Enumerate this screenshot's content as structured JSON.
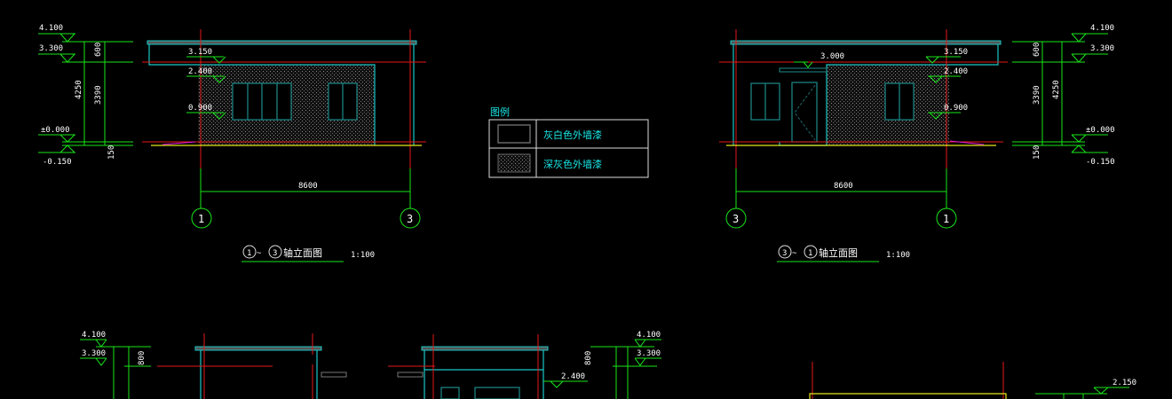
{
  "elevation_left": {
    "levels": [
      "4.100",
      "3.300",
      "±0.000",
      "-0.150"
    ],
    "dims": [
      "600",
      "3390",
      "4250",
      "150"
    ],
    "marks": [
      "3.150",
      "2.400",
      "0.900"
    ],
    "span": "8600",
    "axis_left": "1",
    "axis_right": "3",
    "title_a": "1",
    "title_b": "3",
    "title_text": "轴立面图",
    "scale": "1:100"
  },
  "elevation_right": {
    "levels": [
      "4.100",
      "3.300",
      "±0.000",
      "-0.150"
    ],
    "dims": [
      "600",
      "3390",
      "4250",
      "150"
    ],
    "marks": [
      "3.150",
      "2.400",
      "0.900",
      "3.000"
    ],
    "span": "8600",
    "axis_left": "3",
    "axis_right": "1",
    "title_a": "3",
    "title_b": "1",
    "title_text": "轴立面图",
    "scale": "1:100"
  },
  "legend": {
    "title": "图例",
    "items": [
      "灰白色外墙漆",
      "深灰色外墙漆"
    ]
  },
  "bottom": {
    "levels_left": [
      "4.100",
      "3.300"
    ],
    "levels_right": [
      "4.100",
      "3.300"
    ],
    "dims": [
      "800",
      "800"
    ],
    "marks": [
      "2.400",
      "2.150"
    ]
  },
  "colors": {
    "background": "#000000",
    "dimension": "#19e619",
    "axis": "#e61919",
    "outline": "#19c8c8",
    "ground": "#e6e619"
  }
}
